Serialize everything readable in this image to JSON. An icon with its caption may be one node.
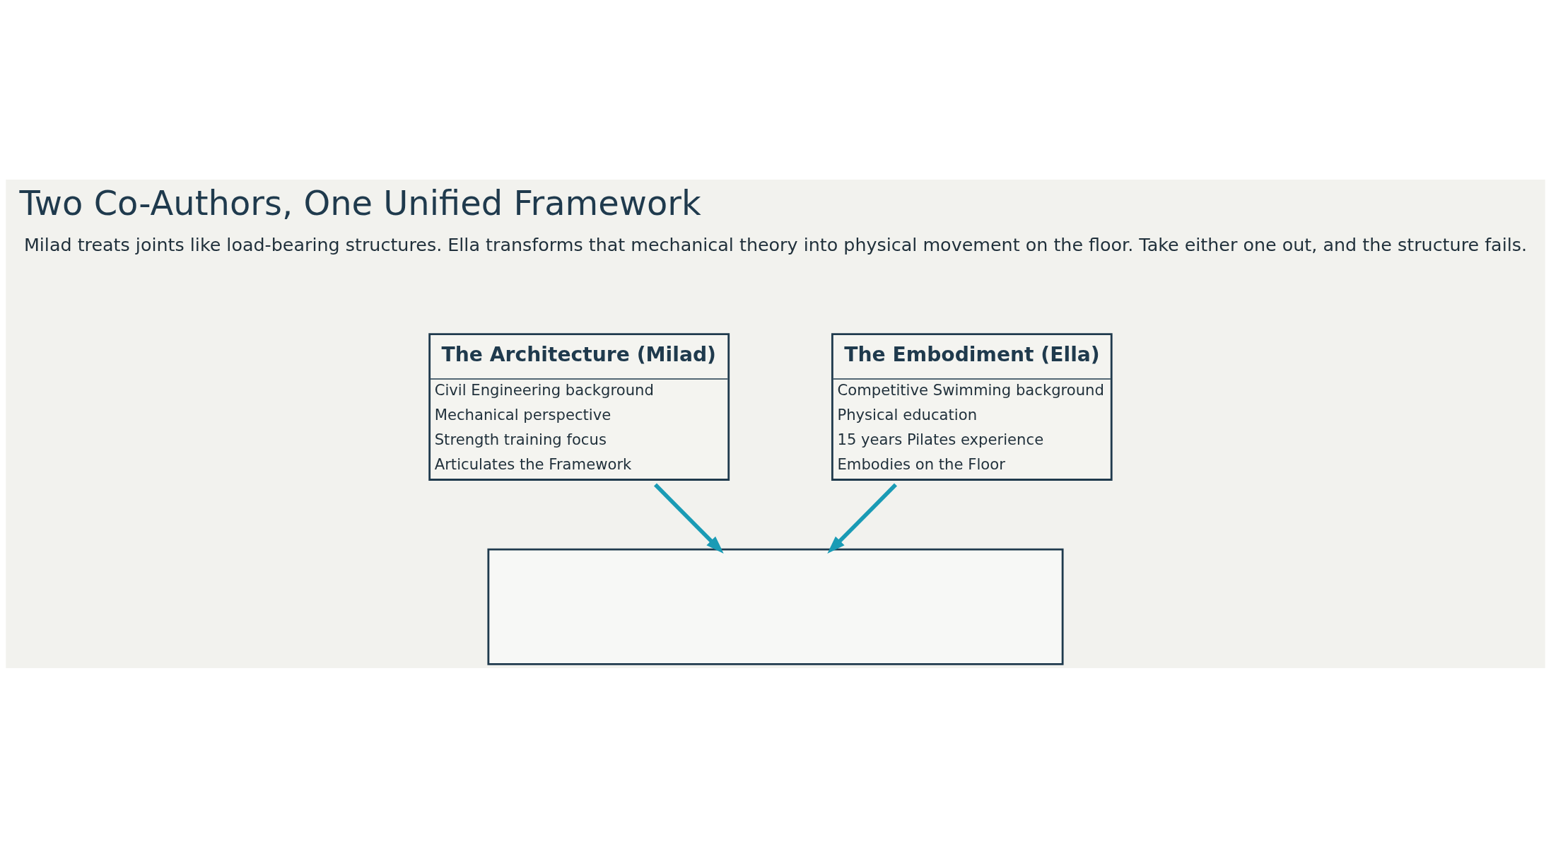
{
  "diagram": {
    "title": "Two Co-Authors, One Unified Framework",
    "nodes": [
      {
        "text": [
          "The Architecture (Milad)",
          "Civil Engineering background",
          "Mechanical perspective",
          "Strength training focus",
          "Articulates the Framework"
        ]
      },
      {
        "text": [
          "The Embodiment (Ella)",
          "Competitive Swimming background",
          "Physical education",
          "15 years Pilates experience",
          "Embodies on the Floor"
        ]
      },
      {
        "text": [],
        "shape": "box"
      }
    ],
    "edges": [
      {
        "from": 0,
        "to": 2,
        "arrow": "to",
        "color": "#1a9bb5"
      },
      {
        "from": 1,
        "to": 2,
        "arrow": "to",
        "color": "#1a9bb5"
      }
    ],
    "labels": [
      "Milad treats joints like load-bearing structures. Ella transforms that mechanical theory into physical movement on the floor. Take either one out, and the structure fails."
    ]
  }
}
